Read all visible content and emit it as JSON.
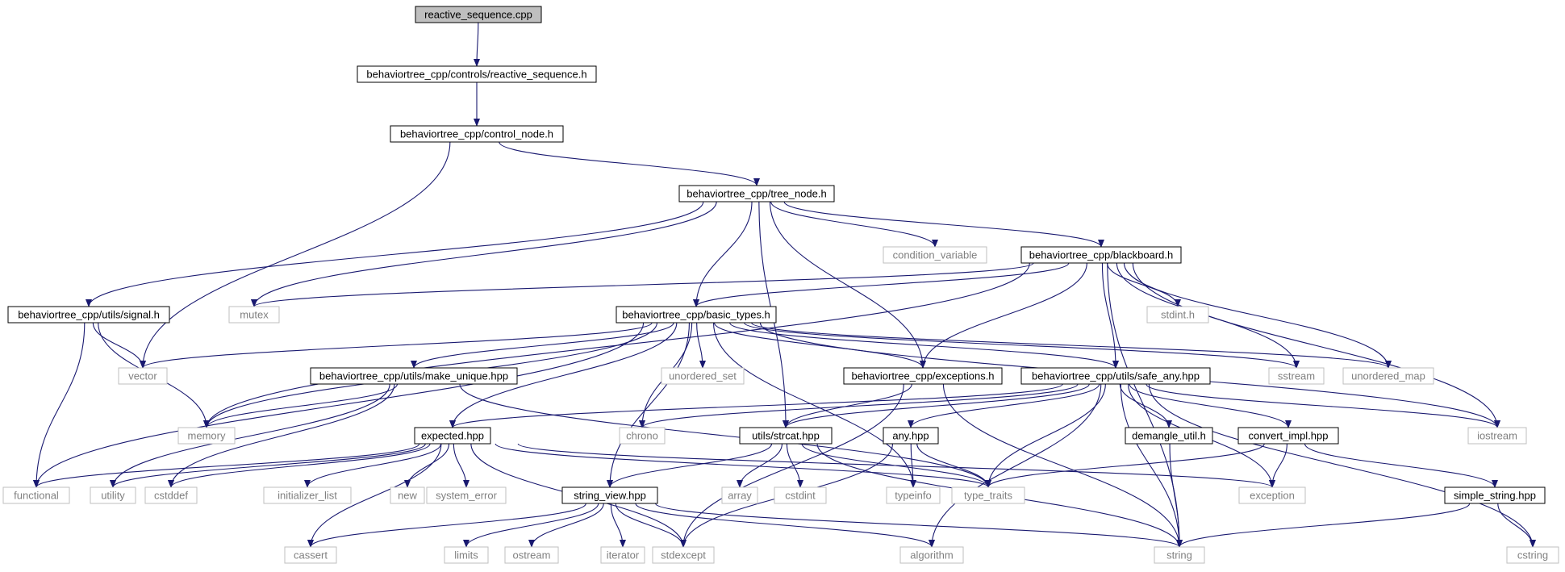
{
  "colors": {
    "edge": "#191970",
    "root_fill": "#bfbfbf",
    "local_border": "#000000",
    "local_text": "#000000",
    "system_border": "#bfbfbf",
    "system_text": "#808080"
  },
  "nodes": [
    {
      "id": "reactive_sequence_cpp",
      "label": "reactive_sequence.cpp",
      "kind": "root"
    },
    {
      "id": "controls_reactive_sequence_h",
      "label": "behaviortree_cpp/controls/reactive_sequence.h",
      "kind": "local"
    },
    {
      "id": "control_node_h",
      "label": "behaviortree_cpp/control_node.h",
      "kind": "local"
    },
    {
      "id": "tree_node_h",
      "label": "behaviortree_cpp/tree_node.h",
      "kind": "local"
    },
    {
      "id": "condition_variable",
      "label": "condition_variable",
      "kind": "system"
    },
    {
      "id": "blackboard_h",
      "label": "behaviortree_cpp/blackboard.h",
      "kind": "local"
    },
    {
      "id": "signal_h",
      "label": "behaviortree_cpp/utils/signal.h",
      "kind": "local"
    },
    {
      "id": "mutex",
      "label": "mutex",
      "kind": "system"
    },
    {
      "id": "basic_types_h",
      "label": "behaviortree_cpp/basic_types.h",
      "kind": "local"
    },
    {
      "id": "stdint_h",
      "label": "stdint.h",
      "kind": "system"
    },
    {
      "id": "vector",
      "label": "vector",
      "kind": "system"
    },
    {
      "id": "make_unique_hpp",
      "label": "behaviortree_cpp/utils/make_unique.hpp",
      "kind": "local"
    },
    {
      "id": "unordered_set",
      "label": "unordered_set",
      "kind": "system"
    },
    {
      "id": "exceptions_h",
      "label": "behaviortree_cpp/exceptions.h",
      "kind": "local"
    },
    {
      "id": "safe_any_hpp",
      "label": "behaviortree_cpp/utils/safe_any.hpp",
      "kind": "local"
    },
    {
      "id": "sstream",
      "label": "sstream",
      "kind": "system"
    },
    {
      "id": "unordered_map",
      "label": "unordered_map",
      "kind": "system"
    },
    {
      "id": "memory",
      "label": "memory",
      "kind": "system"
    },
    {
      "id": "chrono",
      "label": "chrono",
      "kind": "system"
    },
    {
      "id": "expected_hpp",
      "label": "expected.hpp",
      "kind": "local"
    },
    {
      "id": "strcat_hpp",
      "label": "utils/strcat.hpp",
      "kind": "local"
    },
    {
      "id": "any_hpp",
      "label": "any.hpp",
      "kind": "local"
    },
    {
      "id": "demangle_util_h",
      "label": "demangle_util.h",
      "kind": "local"
    },
    {
      "id": "convert_impl_hpp",
      "label": "convert_impl.hpp",
      "kind": "local"
    },
    {
      "id": "iostream",
      "label": "iostream",
      "kind": "system"
    },
    {
      "id": "functional",
      "label": "functional",
      "kind": "system"
    },
    {
      "id": "utility",
      "label": "utility",
      "kind": "system"
    },
    {
      "id": "cstddef",
      "label": "cstddef",
      "kind": "system"
    },
    {
      "id": "initializer_list",
      "label": "initializer_list",
      "kind": "system"
    },
    {
      "id": "new",
      "label": "new",
      "kind": "system"
    },
    {
      "id": "system_error",
      "label": "system_error",
      "kind": "system"
    },
    {
      "id": "array",
      "label": "array",
      "kind": "system"
    },
    {
      "id": "cstdint",
      "label": "cstdint",
      "kind": "system"
    },
    {
      "id": "typeinfo",
      "label": "typeinfo",
      "kind": "system"
    },
    {
      "id": "type_traits",
      "label": "type_traits",
      "kind": "system"
    },
    {
      "id": "exception",
      "label": "exception",
      "kind": "system"
    },
    {
      "id": "simple_string_hpp",
      "label": "simple_string.hpp",
      "kind": "local"
    },
    {
      "id": "string_view_hpp",
      "label": "string_view.hpp",
      "kind": "local"
    },
    {
      "id": "cassert",
      "label": "cassert",
      "kind": "system"
    },
    {
      "id": "limits",
      "label": "limits",
      "kind": "system"
    },
    {
      "id": "ostream",
      "label": "ostream",
      "kind": "system"
    },
    {
      "id": "iterator",
      "label": "iterator",
      "kind": "system"
    },
    {
      "id": "stdexcept",
      "label": "stdexcept",
      "kind": "system"
    },
    {
      "id": "algorithm",
      "label": "algorithm",
      "kind": "system"
    },
    {
      "id": "string",
      "label": "string",
      "kind": "system"
    },
    {
      "id": "cstring",
      "label": "cstring",
      "kind": "system"
    }
  ],
  "edges": [
    [
      "reactive_sequence_cpp",
      "controls_reactive_sequence_h"
    ],
    [
      "controls_reactive_sequence_h",
      "control_node_h"
    ],
    [
      "control_node_h",
      "tree_node_h"
    ],
    [
      "control_node_h",
      "vector"
    ],
    [
      "tree_node_h",
      "signal_h"
    ],
    [
      "tree_node_h",
      "mutex"
    ],
    [
      "tree_node_h",
      "basic_types_h"
    ],
    [
      "tree_node_h",
      "strcat_hpp"
    ],
    [
      "tree_node_h",
      "exceptions_h"
    ],
    [
      "tree_node_h",
      "condition_variable"
    ],
    [
      "tree_node_h",
      "blackboard_h"
    ],
    [
      "blackboard_h",
      "mutex"
    ],
    [
      "blackboard_h",
      "memory"
    ],
    [
      "blackboard_h",
      "basic_types_h"
    ],
    [
      "blackboard_h",
      "exceptions_h"
    ],
    [
      "blackboard_h",
      "safe_any_hpp"
    ],
    [
      "blackboard_h",
      "stdint_h"
    ],
    [
      "blackboard_h",
      "sstream"
    ],
    [
      "blackboard_h",
      "unordered_map"
    ],
    [
      "blackboard_h",
      "iostream"
    ],
    [
      "blackboard_h",
      "string"
    ],
    [
      "signal_h",
      "vector"
    ],
    [
      "signal_h",
      "memory"
    ],
    [
      "signal_h",
      "functional"
    ],
    [
      "basic_types_h",
      "vector"
    ],
    [
      "basic_types_h",
      "memory"
    ],
    [
      "basic_types_h",
      "functional"
    ],
    [
      "basic_types_h",
      "make_unique_hpp"
    ],
    [
      "basic_types_h",
      "expected_hpp"
    ],
    [
      "basic_types_h",
      "string_view_hpp"
    ],
    [
      "basic_types_h",
      "chrono"
    ],
    [
      "basic_types_h",
      "unordered_set"
    ],
    [
      "basic_types_h",
      "typeinfo"
    ],
    [
      "basic_types_h",
      "exceptions_h"
    ],
    [
      "basic_types_h",
      "safe_any_hpp"
    ],
    [
      "basic_types_h",
      "sstream"
    ],
    [
      "basic_types_h",
      "unordered_map"
    ],
    [
      "basic_types_h",
      "iostream"
    ],
    [
      "make_unique_hpp",
      "memory"
    ],
    [
      "make_unique_hpp",
      "utility"
    ],
    [
      "make_unique_hpp",
      "cstddef"
    ],
    [
      "make_unique_hpp",
      "type_traits"
    ],
    [
      "exceptions_h",
      "stdexcept"
    ],
    [
      "exceptions_h",
      "strcat_hpp"
    ],
    [
      "exceptions_h",
      "string"
    ],
    [
      "safe_any_hpp",
      "expected_hpp"
    ],
    [
      "safe_any_hpp",
      "chrono"
    ],
    [
      "safe_any_hpp",
      "strcat_hpp"
    ],
    [
      "safe_any_hpp",
      "any_hpp"
    ],
    [
      "safe_any_hpp",
      "demangle_util_h"
    ],
    [
      "safe_any_hpp",
      "convert_impl_hpp"
    ],
    [
      "safe_any_hpp",
      "type_traits"
    ],
    [
      "safe_any_hpp",
      "algorithm"
    ],
    [
      "safe_any_hpp",
      "string"
    ],
    [
      "safe_any_hpp",
      "exception"
    ],
    [
      "safe_any_hpp",
      "iostream"
    ],
    [
      "safe_any_hpp",
      "cstring"
    ],
    [
      "expected_hpp",
      "functional"
    ],
    [
      "expected_hpp",
      "utility"
    ],
    [
      "expected_hpp",
      "cstddef"
    ],
    [
      "expected_hpp",
      "initializer_list"
    ],
    [
      "expected_hpp",
      "new"
    ],
    [
      "expected_hpp",
      "system_error"
    ],
    [
      "expected_hpp",
      "cassert"
    ],
    [
      "expected_hpp",
      "stdexcept"
    ],
    [
      "expected_hpp",
      "type_traits"
    ],
    [
      "expected_hpp",
      "exception"
    ],
    [
      "strcat_hpp",
      "string_view_hpp"
    ],
    [
      "strcat_hpp",
      "array"
    ],
    [
      "strcat_hpp",
      "cstdint"
    ],
    [
      "strcat_hpp",
      "string"
    ],
    [
      "strcat_hpp",
      "type_traits"
    ],
    [
      "any_hpp",
      "typeinfo"
    ],
    [
      "any_hpp",
      "type_traits"
    ],
    [
      "any_hpp",
      "stdexcept"
    ],
    [
      "demangle_util_h",
      "string"
    ],
    [
      "convert_impl_hpp",
      "type_traits"
    ],
    [
      "convert_impl_hpp",
      "exception"
    ],
    [
      "convert_impl_hpp",
      "simple_string_hpp"
    ],
    [
      "simple_string_hpp",
      "string"
    ],
    [
      "simple_string_hpp",
      "cstring"
    ],
    [
      "string_view_hpp",
      "cassert"
    ],
    [
      "string_view_hpp",
      "limits"
    ],
    [
      "string_view_hpp",
      "ostream"
    ],
    [
      "string_view_hpp",
      "iterator"
    ],
    [
      "string_view_hpp",
      "stdexcept"
    ],
    [
      "string_view_hpp",
      "algorithm"
    ],
    [
      "string_view_hpp",
      "string"
    ]
  ]
}
